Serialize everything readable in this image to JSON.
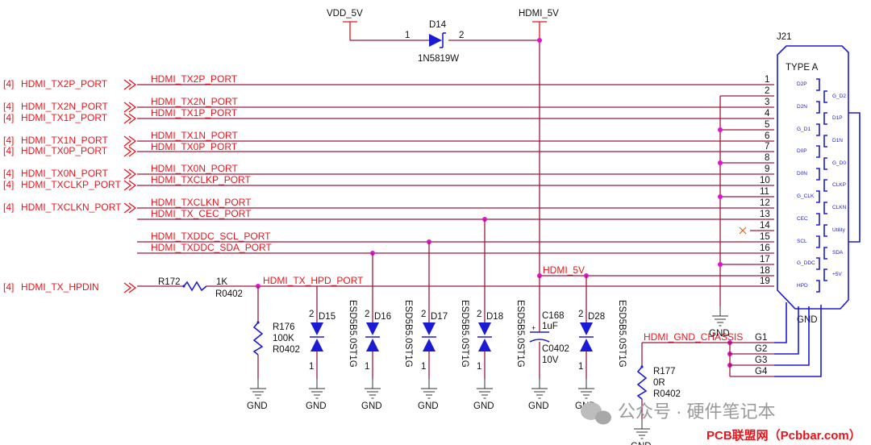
{
  "power": {
    "vdd": "VDD_5V",
    "hdmi5v": "HDMI_5V",
    "hdmi5v_node": "HDMI_5V"
  },
  "d14": {
    "ref": "D14",
    "part": "1N5819W",
    "pin1": "1",
    "pin2": "2"
  },
  "ports": [
    {
      "ref": "[4]",
      "name": "HDMI_TX2P_PORT"
    },
    {
      "ref": "[4]",
      "name": "HDMI_TX2N_PORT"
    },
    {
      "ref": "[4]",
      "name": "HDMI_TX1P_PORT"
    },
    {
      "ref": "[4]",
      "name": "HDMI_TX1N_PORT"
    },
    {
      "ref": "[4]",
      "name": "HDMI_TX0P_PORT"
    },
    {
      "ref": "[4]",
      "name": "HDMI_TX0N_PORT"
    },
    {
      "ref": "[4]",
      "name": "HDMI_TXCLKP_PORT"
    },
    {
      "ref": "[4]",
      "name": "HDMI_TXCLKN_PORT"
    },
    {
      "ref": "[4]",
      "name": "HDMI_TX_HPDIN"
    }
  ],
  "nets": [
    "HDMI_TX2P_PORT",
    "HDMI_TX2N_PORT",
    "HDMI_TX1P_PORT",
    "HDMI_TX1N_PORT",
    "HDMI_TX0P_PORT",
    "HDMI_TX0N_PORT",
    "HDMI_TXCLKP_PORT",
    "HDMI_TXCLKN_PORT",
    "HDMI_TX_CEC_PORT",
    "HDMI_TXDDC_SCL_PORT",
    "HDMI_TXDDC_SDA_PORT",
    "HDMI_TX_HPD_PORT",
    "HDMI_GND_CHASSIS"
  ],
  "connector": {
    "ref": "J21",
    "type": "TYPE A",
    "gnd": "GND",
    "pins": [
      "1",
      "2",
      "3",
      "4",
      "5",
      "6",
      "7",
      "8",
      "9",
      "10",
      "11",
      "12",
      "13",
      "14",
      "15",
      "16",
      "17",
      "18",
      "19"
    ],
    "gpins": [
      "G1",
      "G2",
      "G3",
      "G4"
    ],
    "left_labels": [
      "D2P",
      "D2N",
      "G_D1",
      "D0P",
      "D0N",
      "G_CLK",
      "CEC",
      "SCL",
      "G_DDC",
      "HPD"
    ],
    "right_labels": [
      "G_D2",
      "D1P",
      "D1N",
      "G_D0",
      "CLKP",
      "CLKN",
      "Utility",
      "SDA",
      "+5V"
    ]
  },
  "r172": {
    "ref": "R172",
    "value": "1K",
    "pkg": "R0402"
  },
  "r176": {
    "ref": "R176",
    "value": "100K",
    "pkg": "R0402"
  },
  "r177": {
    "ref": "R177",
    "value": "0R",
    "pkg": "R0402"
  },
  "c168": {
    "ref": "C168",
    "value": "1uF",
    "pkg": "C0402",
    "volt": "10V"
  },
  "esd": [
    {
      "ref": "D15",
      "part": "ESD5B5.0ST1G"
    },
    {
      "ref": "D16",
      "part": "ESD5B5.0ST1G"
    },
    {
      "ref": "D17",
      "part": "ESD5B5.0ST1G"
    },
    {
      "ref": "D18",
      "part": "ESD5B5.0ST1G"
    },
    {
      "ref": "D28",
      "part": "ESD5B5.0ST1G"
    }
  ],
  "esd_pins": {
    "top": "2",
    "bottom": "1"
  },
  "gnd": [
    "GND",
    "GND",
    "GND",
    "GND",
    "GND",
    "GND",
    "GND",
    "GND",
    "GND"
  ],
  "watermark": {
    "main": "公众号 · 硬件笔记本",
    "site": "PCB联盟网（Pcbbar.com）"
  }
}
